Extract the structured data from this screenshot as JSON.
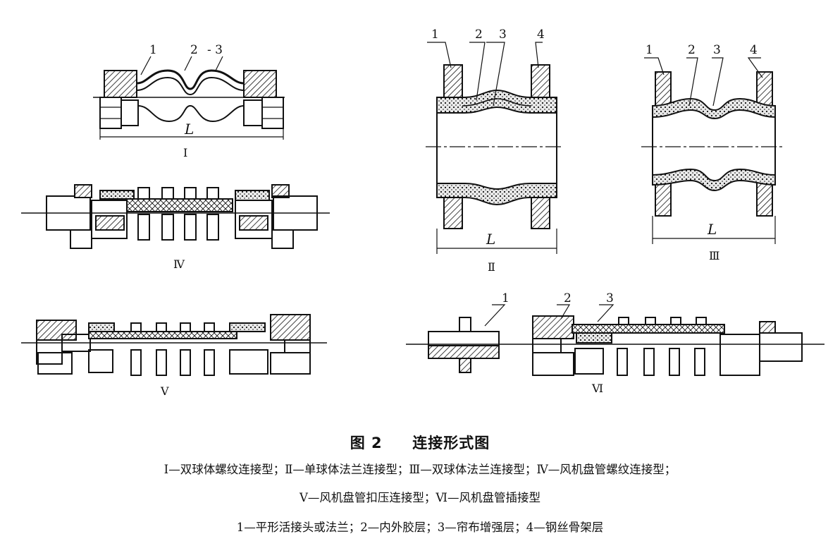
{
  "figure": {
    "number": "图 2",
    "title": "连接形式图",
    "legend_line_1": "Ⅰ—双球体螺纹连接型；Ⅱ—单球体法兰连接型；Ⅲ—双球体法兰连接型；Ⅳ—风机盘管螺纹连接型；",
    "legend_line_2": "Ⅴ—风机盘管扣压连接型；Ⅵ—风机盘管插接型",
    "legend_line_3": "1—平形活接头或法兰；2—内外胶层；3—帘布增强层；4—钢丝骨架层"
  },
  "views": {
    "I": {
      "label": "Ⅰ",
      "dim": "L",
      "callouts": [
        "1",
        "2",
        "- 3"
      ]
    },
    "II": {
      "label": "Ⅱ",
      "dim": "L",
      "callouts": [
        "1",
        "2",
        "3",
        "4"
      ]
    },
    "III": {
      "label": "Ⅲ",
      "dim": "L",
      "callouts": [
        "1",
        "2",
        "3",
        "4"
      ]
    },
    "IV": {
      "label": "Ⅳ"
    },
    "V": {
      "label": "Ⅴ"
    },
    "VI": {
      "label": "Ⅵ",
      "callouts": [
        "1",
        "2",
        "3"
      ]
    }
  }
}
